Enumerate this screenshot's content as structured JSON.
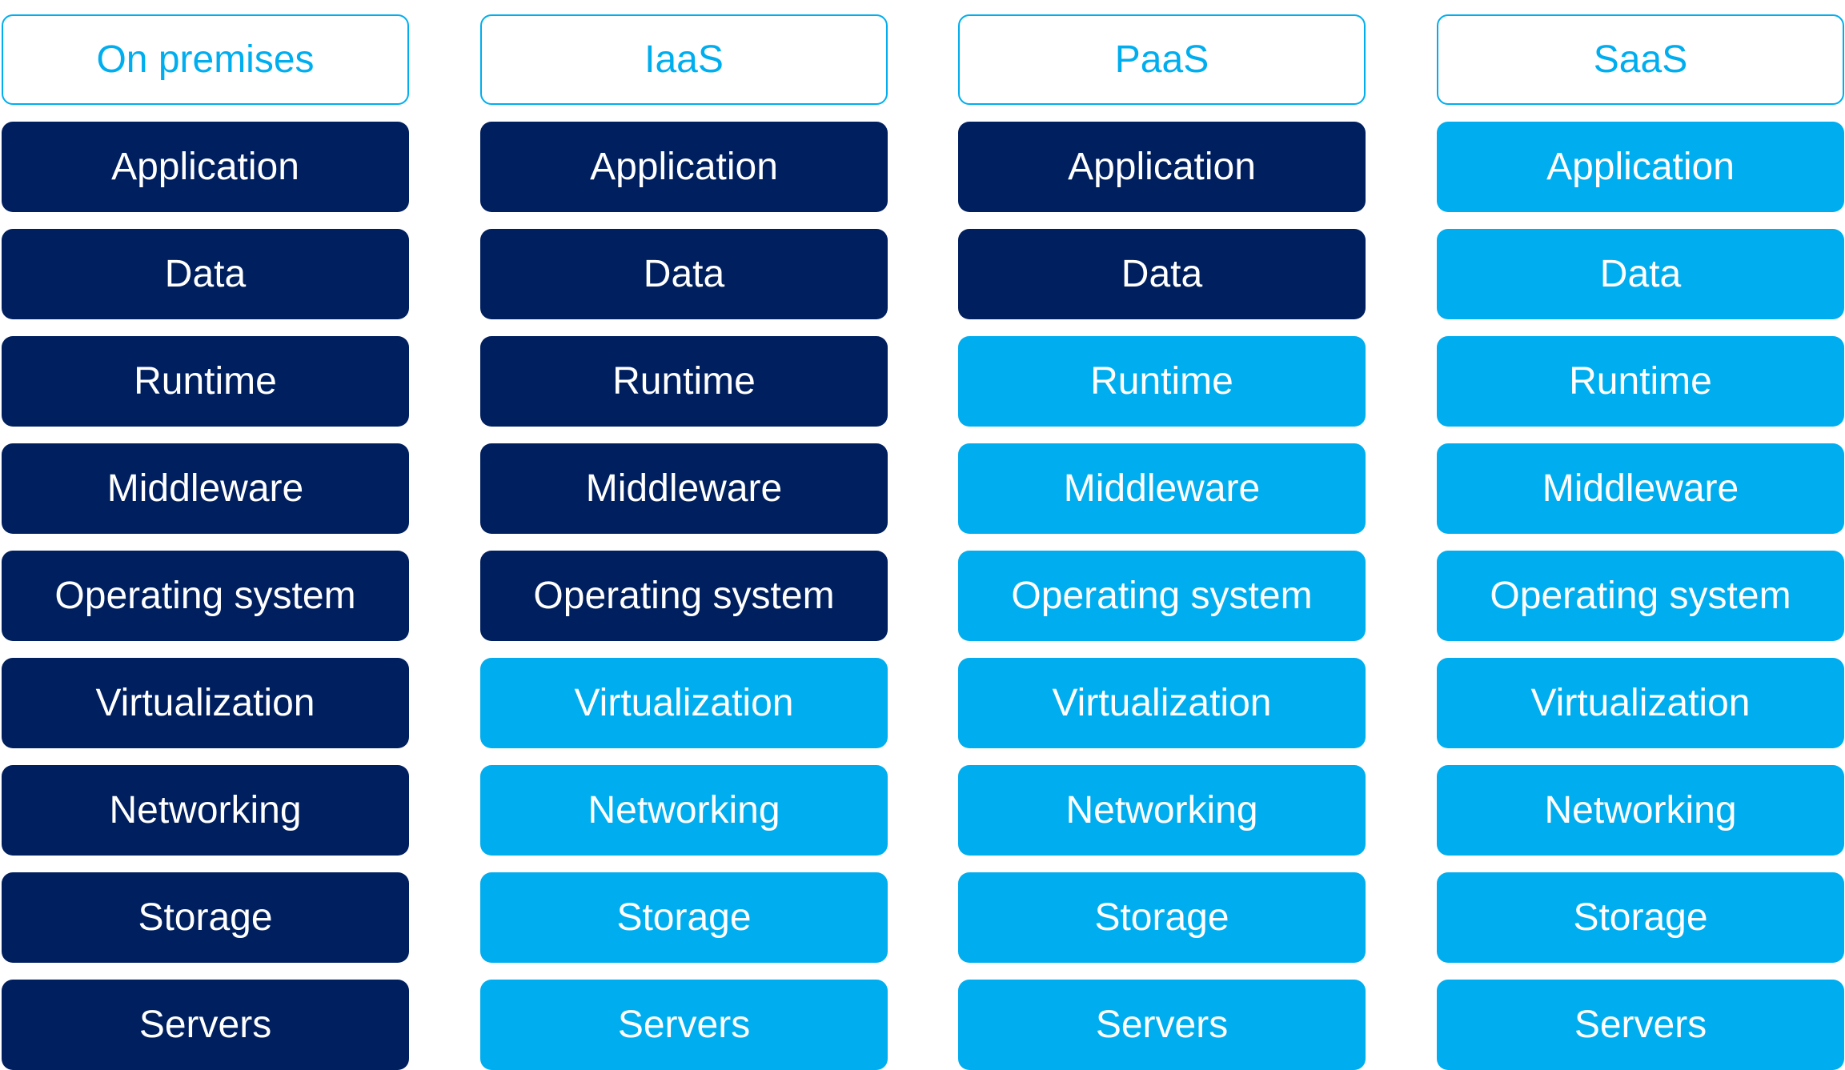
{
  "colors": {
    "header_border": "#00aeef",
    "header_text": "#00aeef",
    "managed_by_you": "#001f5f",
    "managed_by_provider": "#00aeef",
    "cell_text": "#ffffff"
  },
  "columns": [
    {
      "header": "On premises",
      "cells": [
        {
          "label": "Application",
          "shade": "dark"
        },
        {
          "label": "Data",
          "shade": "dark"
        },
        {
          "label": "Runtime",
          "shade": "dark"
        },
        {
          "label": "Middleware",
          "shade": "dark"
        },
        {
          "label": "Operating system",
          "shade": "dark"
        },
        {
          "label": "Virtualization",
          "shade": "dark"
        },
        {
          "label": "Networking",
          "shade": "dark"
        },
        {
          "label": "Storage",
          "shade": "dark"
        },
        {
          "label": "Servers",
          "shade": "dark"
        }
      ]
    },
    {
      "header": "IaaS",
      "cells": [
        {
          "label": "Application",
          "shade": "dark"
        },
        {
          "label": "Data",
          "shade": "dark"
        },
        {
          "label": "Runtime",
          "shade": "dark"
        },
        {
          "label": "Middleware",
          "shade": "dark"
        },
        {
          "label": "Operating system",
          "shade": "dark"
        },
        {
          "label": "Virtualization",
          "shade": "light"
        },
        {
          "label": "Networking",
          "shade": "light"
        },
        {
          "label": "Storage",
          "shade": "light"
        },
        {
          "label": "Servers",
          "shade": "light"
        }
      ]
    },
    {
      "header": "PaaS",
      "cells": [
        {
          "label": "Application",
          "shade": "dark"
        },
        {
          "label": "Data",
          "shade": "dark"
        },
        {
          "label": "Runtime",
          "shade": "light"
        },
        {
          "label": "Middleware",
          "shade": "light"
        },
        {
          "label": "Operating system",
          "shade": "light"
        },
        {
          "label": "Virtualization",
          "shade": "light"
        },
        {
          "label": "Networking",
          "shade": "light"
        },
        {
          "label": "Storage",
          "shade": "light"
        },
        {
          "label": "Servers",
          "shade": "light"
        }
      ]
    },
    {
      "header": "SaaS",
      "cells": [
        {
          "label": "Application",
          "shade": "light"
        },
        {
          "label": "Data",
          "shade": "light"
        },
        {
          "label": "Runtime",
          "shade": "light"
        },
        {
          "label": "Middleware",
          "shade": "light"
        },
        {
          "label": "Operating system",
          "shade": "light"
        },
        {
          "label": "Virtualization",
          "shade": "light"
        },
        {
          "label": "Networking",
          "shade": "light"
        },
        {
          "label": "Storage",
          "shade": "light"
        },
        {
          "label": "Servers",
          "shade": "light"
        }
      ]
    }
  ]
}
